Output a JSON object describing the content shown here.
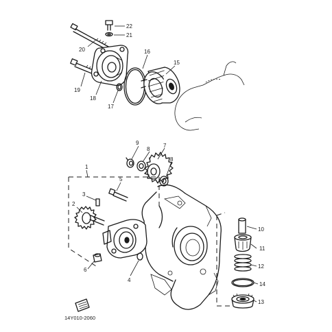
{
  "diagram_code": "14Y010-2060",
  "callouts": {
    "c1": "1",
    "c2": "2",
    "c3": "3",
    "c4": "4",
    "c5": "5",
    "c6": "6",
    "c7": "7",
    "c8a": "8",
    "c8b": "8",
    "c9": "9",
    "c10": "10",
    "c11": "11",
    "c12": "12",
    "c13": "13",
    "c14": "14",
    "c15": "15",
    "c16": "16",
    "c17": "17",
    "c18": "18",
    "c19": "19",
    "c20": "20",
    "c21": "21",
    "c22": "22"
  }
}
